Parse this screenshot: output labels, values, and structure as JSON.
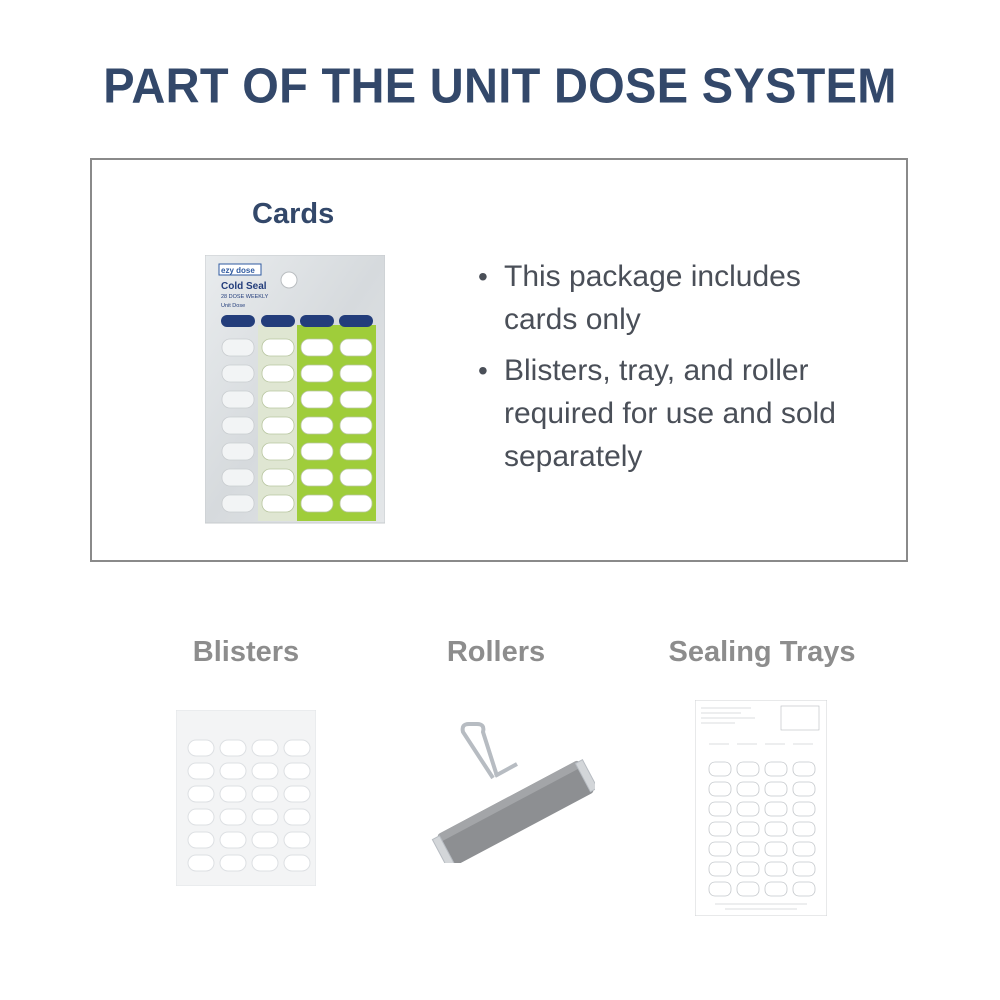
{
  "header": {
    "title": "PART OF THE UNIT DOSE SYSTEM"
  },
  "cards_section": {
    "title": "Cards",
    "card": {
      "brand": "ezy dose",
      "product": "Cold Seal",
      "subtitle": "28 DOSE WEEKLY",
      "type": "Unit Dose"
    },
    "bullets": [
      "This package includes cards only",
      "Blisters, tray, and roller required for use and sold separately"
    ]
  },
  "accessories": [
    {
      "title": "Blisters"
    },
    {
      "title": "Rollers"
    },
    {
      "title": "Sealing Trays"
    }
  ],
  "colors": {
    "heading": "#33486a",
    "subheading": "#8d8d8d",
    "card_green": "#9fcd3a",
    "card_tab": "#233d7b"
  }
}
